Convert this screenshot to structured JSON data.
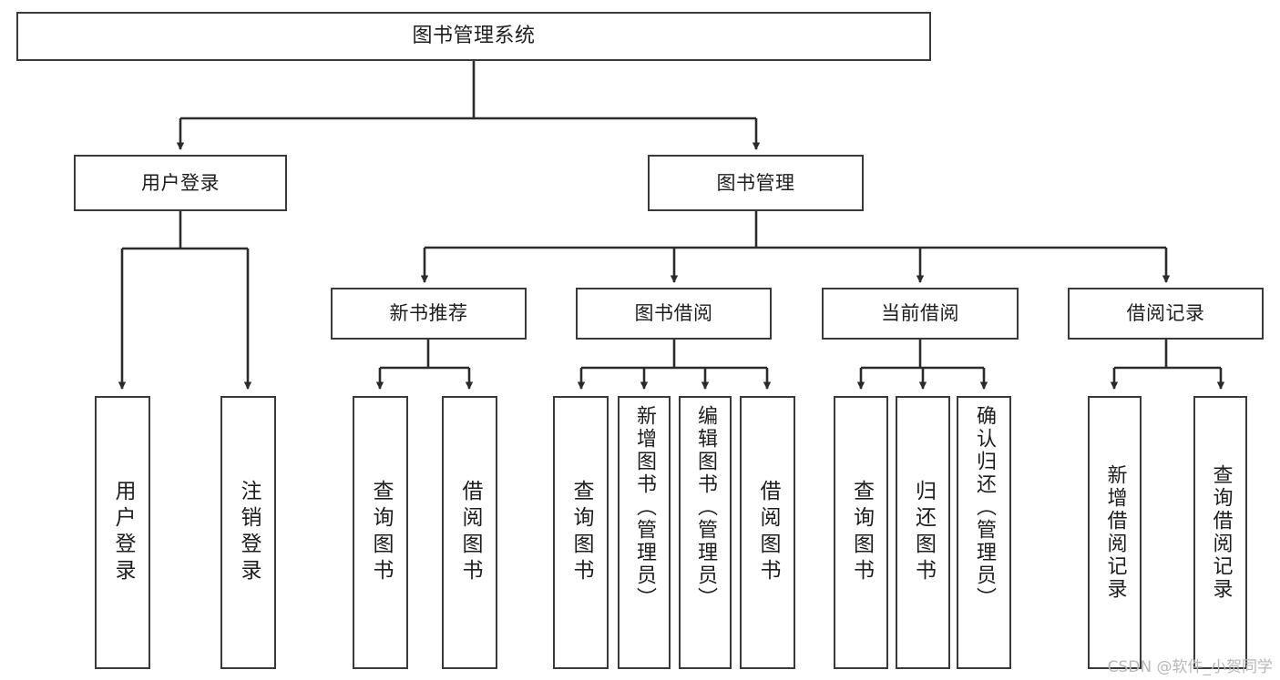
{
  "diagram": {
    "title": "图书管理系统",
    "type": "tree-hierarchy",
    "watermark": "CSDN @软件_小贺同学",
    "nodes": {
      "root": {
        "label": "图书管理系统"
      },
      "level2": [
        {
          "id": "user-login",
          "label": "用户登录"
        },
        {
          "id": "book-manage",
          "label": "图书管理"
        }
      ],
      "level3": [
        {
          "id": "new-book-recommend",
          "label": "新书推荐"
        },
        {
          "id": "book-borrow",
          "label": "图书借阅"
        },
        {
          "id": "current-borrow",
          "label": "当前借阅"
        },
        {
          "id": "borrow-record",
          "label": "借阅记录"
        }
      ],
      "leaves": {
        "user_login": [
          {
            "id": "leaf-user-login",
            "label": "用户登录"
          },
          {
            "id": "leaf-logout-login",
            "label": "注销登录"
          }
        ],
        "new_book_recommend": [
          {
            "id": "leaf-query-book-1",
            "label": "查询图书"
          },
          {
            "id": "leaf-borrow-book-1",
            "label": "借阅图书"
          }
        ],
        "book_borrow": [
          {
            "id": "leaf-query-book-2",
            "label": "查询图书"
          },
          {
            "id": "leaf-add-book-admin",
            "label": "新增图书（管理员）"
          },
          {
            "id": "leaf-edit-book-admin",
            "label": "编辑图书（管理员）"
          },
          {
            "id": "leaf-borrow-book-2",
            "label": "借阅图书"
          }
        ],
        "current_borrow": [
          {
            "id": "leaf-query-book-3",
            "label": "查询图书"
          },
          {
            "id": "leaf-return-book",
            "label": "归还图书"
          },
          {
            "id": "leaf-confirm-return-admin",
            "label": "确认归还（管理员）"
          }
        ],
        "borrow_record": [
          {
            "id": "leaf-add-borrow-record",
            "label": "新增借阅记录"
          },
          {
            "id": "leaf-query-borrow-record",
            "label": "查询借阅记录"
          }
        ]
      }
    },
    "colors": {
      "stroke": "#3a3a3a",
      "fill": "#ffffff",
      "text": "#1d1d1d",
      "watermark": "#b8b8b8"
    }
  }
}
